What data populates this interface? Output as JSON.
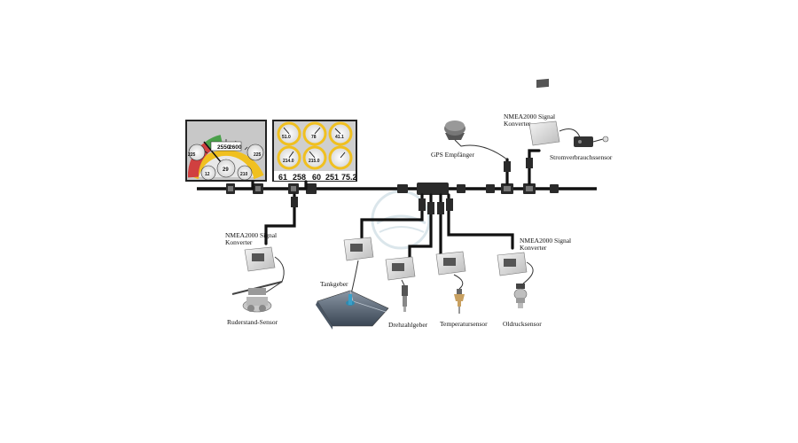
{
  "labels": {
    "nmea_converter_left_line1": "NMEA2000 Signal",
    "nmea_converter_left_line2": "Konverter",
    "nmea_converter_right_line1": "NMEA2000 Signal",
    "nmea_converter_right_line2": "Konverter",
    "nmea_converter_top_line1": "NMEA2000 Signal",
    "nmea_converter_top_line2": "Konverter",
    "gps": "GPS Empfänger",
    "current_sensor": "Stromverbrauchssensor",
    "tank_sensor": "Tankgeber",
    "rudder_sensor": "Ruderstand-Sensor",
    "rpm_sensor": "Drehzahlgeber",
    "temp_sensor": "Temperatursensor",
    "oil_sensor": "Oldrucksensor"
  },
  "display_left": {
    "readouts": [
      "2550",
      "2600",
      "225",
      "225",
      "29",
      "12",
      "210"
    ]
  },
  "display_right": {
    "bottom_numbers": [
      "61",
      "258",
      "60",
      "251",
      "75.2"
    ],
    "readouts": [
      "51.0",
      "78",
      "41.1",
      "214.0",
      "215.0"
    ]
  },
  "colors": {
    "cable": "#111111",
    "gauge_yellow": "#f0c020",
    "gauge_green": "#4aa04a",
    "gauge_red": "#d04040",
    "device": "#e4e4e4"
  }
}
